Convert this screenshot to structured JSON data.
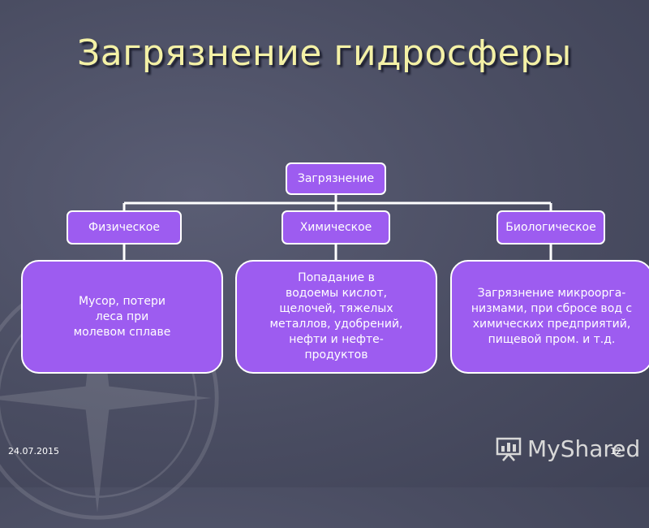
{
  "slide": {
    "title": "Загрязнение гидросферы",
    "date": "24.07.2015",
    "page_number": "12"
  },
  "diagram": {
    "root": "Загрязнение",
    "categories": [
      {
        "label": "Физическое",
        "description": "Мусор, потери\nлеса при\nмолевом сплаве"
      },
      {
        "label": "Химическое",
        "description": "Попадание в\nводоемы кислот,\nщелочей, тяжелых\nметаллов, удобрений,\nнефти и нефте-\nпродуктов"
      },
      {
        "label": "Биологическое",
        "description": "Загрязнение микроорга-\nнизмами, при сбросе вод с\nхимических предприятий,\nпищевой пром. и т.д."
      }
    ]
  },
  "branding": {
    "name": "MyShared",
    "icon": "presentation-board-icon"
  },
  "colors": {
    "box_fill": "#9d5cf0",
    "title": "#f4f1a6",
    "background": "#4a4d62"
  }
}
